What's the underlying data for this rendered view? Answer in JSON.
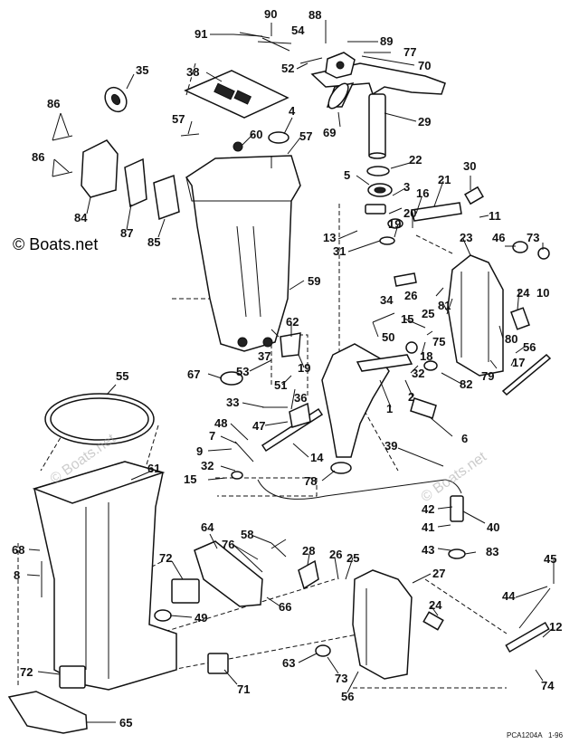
{
  "watermarks": {
    "main": "© Boats.net",
    "ghost": "© Boats.net"
  },
  "footer": {
    "code": "PCA1204A",
    "date": "1-96"
  },
  "callouts": [
    "91",
    "90",
    "54",
    "88",
    "89",
    "77",
    "70",
    "52",
    "35",
    "38",
    "86",
    "86",
    "84",
    "87",
    "85",
    "57",
    "60",
    "4",
    "57",
    "69",
    "29",
    "5",
    "22",
    "3",
    "30",
    "21",
    "16",
    "11",
    "13",
    "20",
    "19",
    "31",
    "23",
    "46",
    "73",
    "10",
    "59",
    "34",
    "26",
    "25",
    "81",
    "24",
    "15",
    "50",
    "75",
    "80",
    "18",
    "62",
    "37",
    "53",
    "67",
    "19",
    "51",
    "32",
    "2",
    "79",
    "56",
    "17",
    "82",
    "55",
    "33",
    "36",
    "1",
    "6",
    "47",
    "48",
    "7",
    "9",
    "14",
    "39",
    "32",
    "15",
    "61",
    "78",
    "42",
    "40",
    "41",
    "43",
    "83",
    "68",
    "8",
    "64",
    "58",
    "76",
    "72",
    "28",
    "26",
    "25",
    "27",
    "66",
    "45",
    "44",
    "49",
    "24",
    "12",
    "72",
    "63",
    "73",
    "56",
    "71",
    "74",
    "65"
  ]
}
